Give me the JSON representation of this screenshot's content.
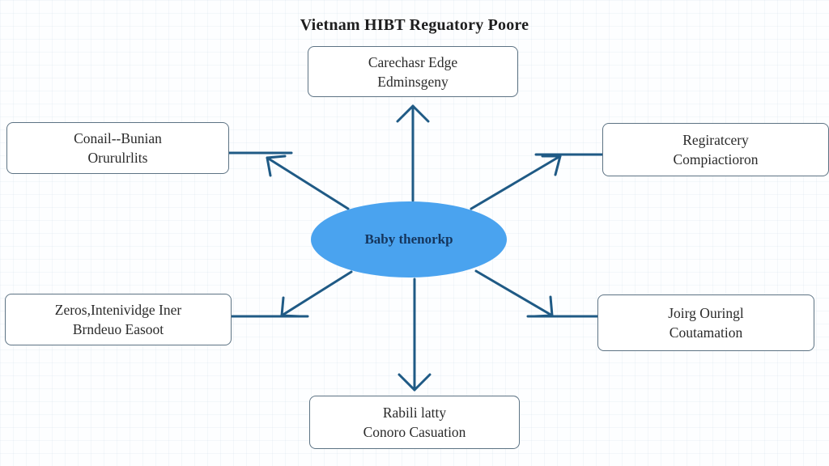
{
  "title": "Vietnam HIBT Reguatory Poore",
  "center": {
    "label": "Baby thenorkp"
  },
  "nodes": {
    "top": {
      "line1": "Carechasr Edge",
      "line2": "Edminsgeny"
    },
    "upper_left": {
      "line1": "Conail--Bunian",
      "line2": "Orurulrlits"
    },
    "upper_right": {
      "line1": "Regiratcery",
      "line2": "Compiactioron"
    },
    "lower_left": {
      "line1": "Zeros,Intenividge Iner",
      "line2": "Brndeuo Easoot"
    },
    "lower_right": {
      "line1": "Joirg Ouringl",
      "line2": "Coutamation"
    },
    "bottom": {
      "line1": "Rabili latty",
      "line2": "Conoro Casuation"
    }
  },
  "colors": {
    "arrow": "#1f5a85",
    "center_fill": "#4aa3ef",
    "center_text": "#15355c",
    "box_border": "#5d7384"
  }
}
